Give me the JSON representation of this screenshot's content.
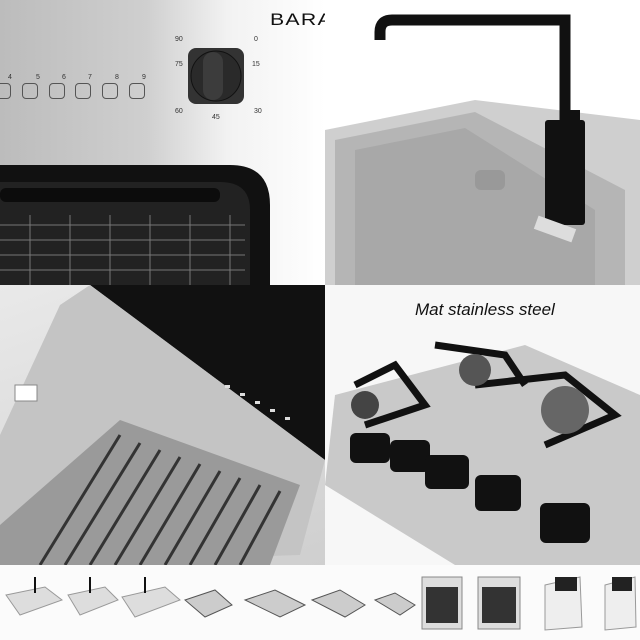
{
  "brand": {
    "logo_text": "BARAZZA"
  },
  "oven_panel": {
    "button_numbers": [
      "4",
      "5",
      "6",
      "7",
      "8",
      "9"
    ],
    "dial_labels": {
      "top_left": "90",
      "top_right": "0",
      "left": "75",
      "right": "15",
      "bottom_left": "60",
      "bottom": "45",
      "bottom_right": "30"
    }
  },
  "hob_panel": {
    "caption": "Mat stainless steel"
  },
  "thumbnails": [
    {
      "name": "sink-single"
    },
    {
      "name": "sink-single-2"
    },
    {
      "name": "sink-double"
    },
    {
      "name": "hob-5-burner"
    },
    {
      "name": "hob-wide"
    },
    {
      "name": "hob-4-burner"
    },
    {
      "name": "hob-compact"
    },
    {
      "name": "oven-1"
    },
    {
      "name": "oven-2"
    },
    {
      "name": "hood-1"
    },
    {
      "name": "hood-2"
    }
  ],
  "colors": {
    "black": "#111111",
    "steel": "#c8c8c8"
  }
}
